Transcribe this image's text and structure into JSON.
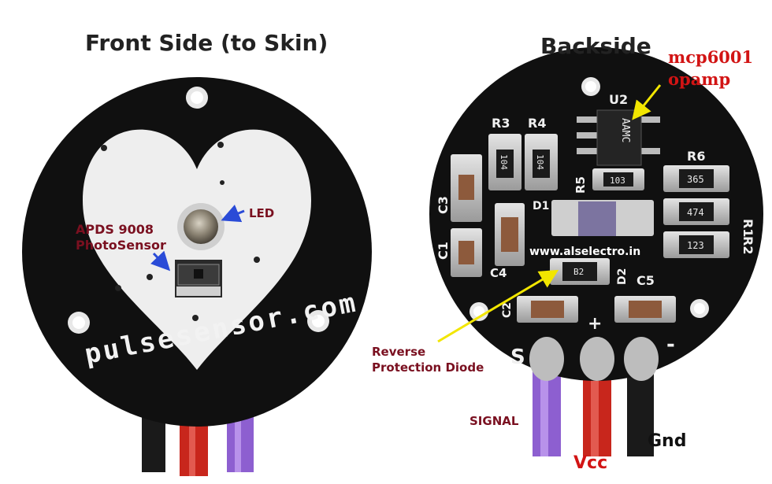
{
  "front": {
    "title": "Front Side (to Skin)",
    "led_label": "LED",
    "photosensor_label_line1": "APDS 9008",
    "photosensor_label_line2": "PhotoSensor",
    "board_text": "pulsesensor.com"
  },
  "back": {
    "title": "Backside",
    "opamp_label_line1": "mcp6001",
    "opamp_label_line2": "opamp",
    "watermark": "www.alselectro.in",
    "diode_label_line1": "Reverse",
    "diode_label_line2": "Protection Diode",
    "wire_labels": {
      "signal": "SIGNAL",
      "vcc": "Vcc",
      "gnd": "Gnd"
    },
    "silkscreen": {
      "u2": "U2",
      "r3": "R3",
      "r4": "R4",
      "r5": "R5",
      "r6": "R6",
      "r1": "R1",
      "r2": "R2",
      "c1": "C1",
      "c2": "C2",
      "c3": "C3",
      "c4": "C4",
      "c5": "C5",
      "d1": "D1",
      "d2": "D2",
      "s": "S",
      "plus": "+",
      "minus": "-",
      "chip_marking": "AAMC",
      "res_103": "103",
      "res_365": "365",
      "res_123": "123",
      "res_104a": "104",
      "res_104b": "104",
      "res_474": "474",
      "diode_b2": "B2"
    }
  },
  "colors": {
    "board": "#101010",
    "heart": "#eeeeee",
    "silver_pad": "#c9c9c9",
    "annotation_maroon": "#7a1020",
    "annotation_red": "#d21414",
    "arrow_blue": "#2a4bd7",
    "arrow_yellow": "#f2e600",
    "wire_purple": "#8d5fd0",
    "wire_red": "#c8261c",
    "wire_black": "#1a1a1a"
  }
}
